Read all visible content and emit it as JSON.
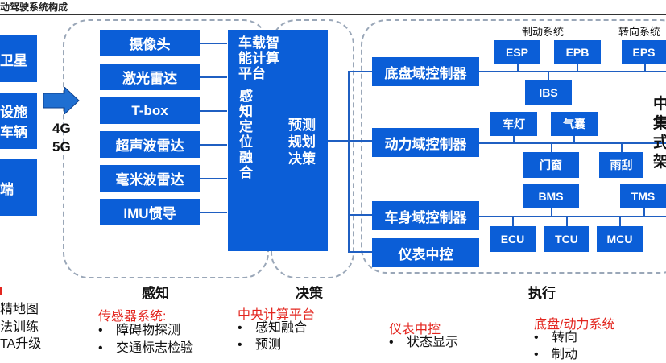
{
  "title": "动驾驶系统构成",
  "left_boxes": [
    "卫星",
    "设施\n车辆",
    "端"
  ],
  "network": [
    "4G",
    "5G"
  ],
  "sensors": [
    "摄像头",
    "激光雷达",
    "T-box",
    "超声波雷达",
    "毫米波雷达",
    "IMU惯导"
  ],
  "compute_platform": "车载智\n能计算\n平台",
  "fusion": "感知定位融合",
  "decision": "预测\n规划\n决策",
  "domains": [
    "底盘域控制器",
    "动力域控制器",
    "车身域控制器",
    "仪表中控"
  ],
  "group_labels": [
    "制动系统",
    "转向系统"
  ],
  "modules": [
    "ESP",
    "EPB",
    "EPS",
    "IBS",
    "车灯",
    "气囊",
    "门窗",
    "雨刮",
    "BMS",
    "TMS",
    "ECU",
    "TCU",
    "MCU"
  ],
  "right_edge_text": "中\n集\n式\n架",
  "sections": [
    "感知",
    "决策",
    "执行"
  ],
  "left_list": [
    "精地图",
    "法训练",
    "TA升级"
  ],
  "red_headings": [
    "传感器系统:",
    "中央计算平台",
    "仪表中控",
    "底盘/动力系统"
  ],
  "sensor_system_items": [
    "障碍物探测",
    "交通标志检验"
  ],
  "compute_items": [
    "感知融合",
    "预测"
  ],
  "cockpit_items": [
    "状态显示"
  ],
  "chassis_items": [
    "转向",
    "制动"
  ],
  "colors": {
    "primary": "#0b5ed7",
    "red": "#e3261f",
    "dash": "#9aa7b8"
  }
}
